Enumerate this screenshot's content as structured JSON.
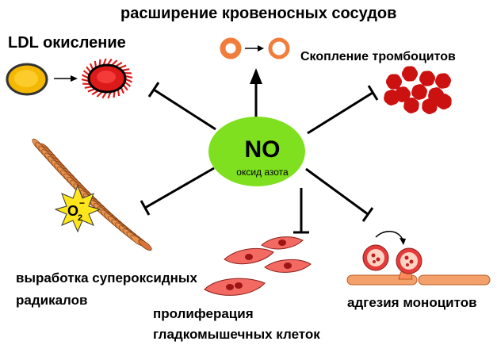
{
  "center": {
    "symbol": "NO",
    "name": "оксид азота",
    "color": "#7ee01f"
  },
  "effects": {
    "vasodilation": "расширение кровеносных сосудов",
    "ldl_oxidation": "LDL окисление",
    "platelet_aggregation": "Скопление тромбоцитов",
    "superoxide": [
      "выработка супероксидных",
      "радикалов"
    ],
    "proliferation": [
      "пролиферация",
      "гладкомышечных клеток"
    ],
    "monocyte_adhesion": "адгезия моноцитов"
  },
  "superoxide_marker": {
    "text": "O",
    "sub": "2",
    "sup": "−"
  },
  "icons": {
    "vessel": "ring-icon",
    "ldl_particle": "ldl-particle-icon",
    "oxidized_ldl": "oxidized-ldl-icon",
    "platelets": "platelet-cluster-icon",
    "vessel_wall": "vessel-wall-icon",
    "smooth_muscle": "smooth-muscle-cell-icon",
    "monocyte": "monocyte-icon"
  },
  "colors": {
    "orange": "#f07d3c",
    "red": "#dd1a1a",
    "platelet": "#cc1111",
    "muscle": "#f26a62",
    "wall": "#e0854c",
    "star": "#ffe51c",
    "gold": "#f5b800"
  }
}
